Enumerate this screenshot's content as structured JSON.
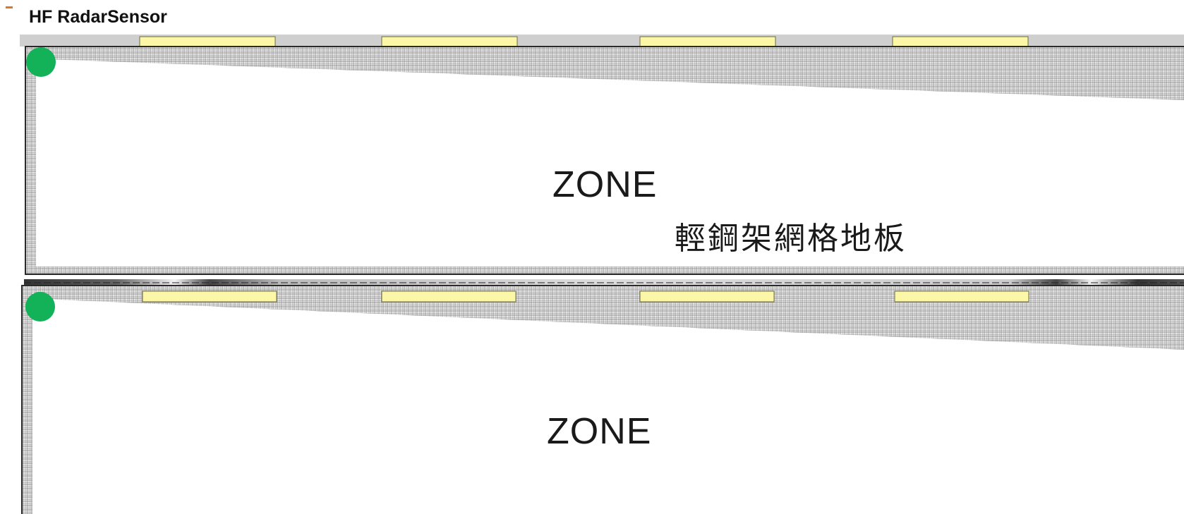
{
  "diagram": {
    "title": "HF RadarSensor",
    "zones": [
      {
        "label": "ZONE",
        "floor_label": "輕鋼架網格地板",
        "sensor": {
          "name": "radar-sensor",
          "color": "#13b158"
        },
        "light_fixtures": 4
      },
      {
        "label": "ZONE",
        "floor_label": "",
        "sensor": {
          "name": "radar-sensor",
          "color": "#13b158"
        },
        "light_fixtures": 4
      }
    ],
    "colors": {
      "sensor": "#13b158",
      "light_fixture": "#fbf7a6",
      "ceiling_strip": "#cfcfcf",
      "coverage_hatch": "#9a9a9a",
      "border": "#2a2a2a",
      "accent": "#e8731a"
    },
    "icons": {
      "sensor": "green-circle",
      "light_fixture": "yellow-rectangle",
      "coverage": "hatched-wedge"
    }
  }
}
